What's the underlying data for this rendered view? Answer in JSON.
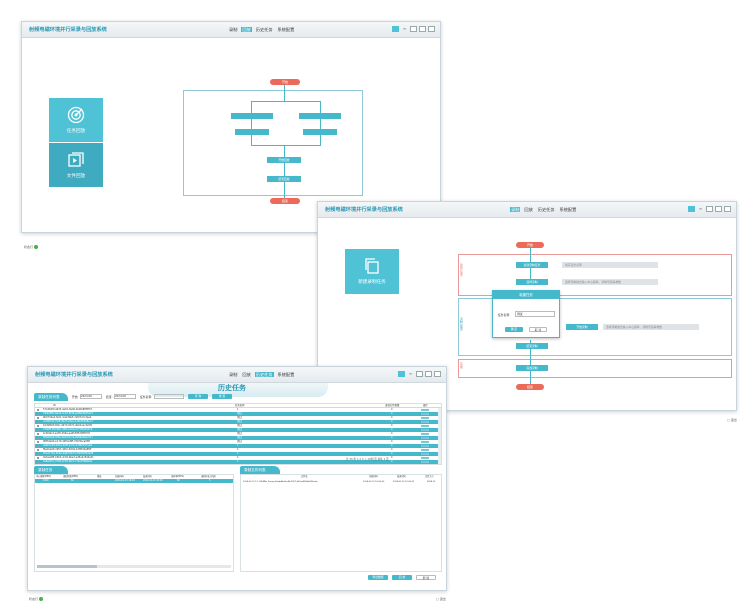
{
  "app_title": "射频电磁环境并行采录与回放系统",
  "nav": {
    "record": "录制",
    "playback": "回放",
    "history": "历史任务",
    "config": "系统配置"
  },
  "status": {
    "label": "状态灯"
  },
  "win1": {
    "tile_task": "任务回放",
    "tile_file": "文件回放",
    "flow": {
      "start": "开始",
      "end": "结束",
      "n1": "",
      "n2": "",
      "n3": "",
      "n4": "",
      "n5": "开始回放",
      "n6": "结束回放"
    }
  },
  "win2": {
    "tile_new": "新建录制任务",
    "flow": {
      "start": "开始",
      "end": "结束",
      "create": "新建录制任务",
      "select": "选择录制",
      "start_rec": "开始录制",
      "stop": "结束录制",
      "submit": "完成录制"
    },
    "hints": [
      "填写任务名称",
      "选择录制模式输入中心频率，录制带宽等参数",
      "选择录制模式输入中心频率，录制带宽等参数"
    ],
    "section_labels": [
      "新建任务",
      "录制配置",
      "完成"
    ],
    "dialog": {
      "title": "新建任务",
      "field_label": "任务名称:",
      "field_value": "测试",
      "ok": "确 定",
      "cancel": "取 消"
    },
    "footer_label": "退出"
  },
  "win3": {
    "page_title": "历史任务",
    "list_tab": "录制任务列表",
    "filters": {
      "start_label": "开始:",
      "start_value": "2024-08",
      "end_label": "结束:",
      "end_value": "2024-08",
      "name_label": "任务名称:",
      "query": "查 询",
      "reset": "重 置"
    },
    "columns": [
      "ID",
      "任务名称",
      "录制文件数量",
      "操作"
    ],
    "rows": [
      {
        "id": "5744645f-a843-4e81-8a06-4b9fe88f5f07",
        "name": "1",
        "count": "4"
      },
      {
        "id": "79dbf98c-6ba5-4c42-8f36-ee86e26d5ec5",
        "name": "测试",
        "count": "4"
      },
      {
        "id": "9b0734e4-fe31-4cef-8fe5-7ef07c0c3aeb",
        "name": "测试",
        "count": "4"
      },
      {
        "id": "c0d90cfa-7fe8-4bc5-a3ae-dd4b3b9d8ecd",
        "name": "测试",
        "count": "4"
      },
      {
        "id": "b2d9fb0f-d00c-4970-9d71-4b61a1c3e5f1",
        "name": "测试",
        "count": "4"
      },
      {
        "id": "47b6f578-b88c-44f4-a32e-0c71f9a0a5c6",
        "name": "测试",
        "count": "4"
      },
      {
        "id": "bc4fa9c2-ad05-459a-aa6f-f0f5d0f87f4f",
        "name": "测试",
        "count": "4"
      },
      {
        "id": "5f8e63e2-9f7e-4a2d-9c7a-2b69a4bec51c",
        "name": "测试",
        "count": "4"
      },
      {
        "id": "0f83da04-b179-44f9-b8ff-70bf3aca6f0f",
        "name": "测试",
        "count": "4"
      },
      {
        "id": "ae6b3c28-b2bd-4a5f-a2cf-c1d8b3f37ae9",
        "name": "1",
        "count": "4"
      },
      {
        "id": "f6e1ba09-1957-4b5c-8d04-24f0fd4a8f0f",
        "name": "1",
        "count": "4"
      },
      {
        "id": "87e2c72e-3b91-4a8d-8b74-d5bf3df19a45",
        "name": "1",
        "count": "4"
      },
      {
        "id": "9e5aa6f5-b5b3-4c92-9be3-e45a2c8d4a21",
        "name": "1",
        "count": "4"
      },
      {
        "id": "3a6ef1bc-7d84-4c55-af21-c19a7f4bbb0e",
        "name": "1",
        "count": "4"
      }
    ],
    "pager": "共 30 条  1  2  3  >  10条/页  前往  1  页",
    "recfile_tab": "录制任务",
    "recfile_columns": [
      "中心频率(MHz)",
      "录制带宽(MHz)",
      "增益",
      "开始时间",
      "结束时间",
      "采样率(MHz)",
      "录制时长(分钟)"
    ],
    "recfile_row": [
      "1000",
      "60",
      "",
      "2024-01-15 10:00",
      "2024-01-15 10:05",
      "80",
      "5"
    ],
    "files_tab": "录制文件列表",
    "files_columns": [
      "文件名",
      "开始时间",
      "结束时间",
      "文件大小"
    ],
    "files_row": [
      "2024-01-15 1:1 900MHz Strong 6ebbdbb1be4b-9957-d09-a40f5db6f8.wbx",
      "2024-01-15 10:00:00",
      "2024-01-15 10:05:01",
      "3828.20"
    ],
    "buttons": {
      "export": "导出数据",
      "playback": "回 放",
      "delete": "删 除"
    },
    "footer_label": "退出"
  }
}
